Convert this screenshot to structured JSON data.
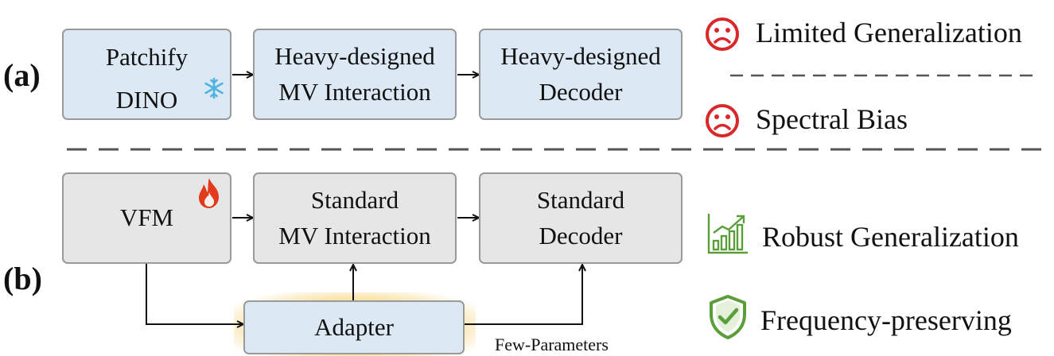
{
  "panel_a": {
    "label": "(a)",
    "box1_top": "Patchify",
    "box1_bottom": "DINO",
    "box2": [
      "Heavy-designed",
      "MV Interaction"
    ],
    "box3": [
      "Heavy-designed",
      "Decoder"
    ]
  },
  "panel_b": {
    "label": "(b)",
    "box1": "VFM",
    "box2": [
      "Standard",
      "MV Interaction"
    ],
    "box3": [
      "Standard",
      "Decoder"
    ],
    "adapter": "Adapter",
    "adapter_note": "Few-Parameters"
  },
  "outcomes": {
    "a1": "Limited Generalization",
    "a2": "Spectral Bias",
    "b1": "Robust Generalization",
    "b2": "Frequency-preserving"
  },
  "icons": {
    "snowflake": "snowflake-icon",
    "flame": "flame-icon",
    "sad": "sad-face-icon",
    "chart": "growth-chart-icon",
    "shield": "shield-check-icon"
  },
  "colors": {
    "blue_fill": "#dce8f4",
    "gray_fill": "#e6e6e6",
    "sad_red": "#d8282a",
    "green": "#5a9e3a",
    "flame_red": "#e23a1c",
    "snow_blue": "#4fb3e0"
  }
}
